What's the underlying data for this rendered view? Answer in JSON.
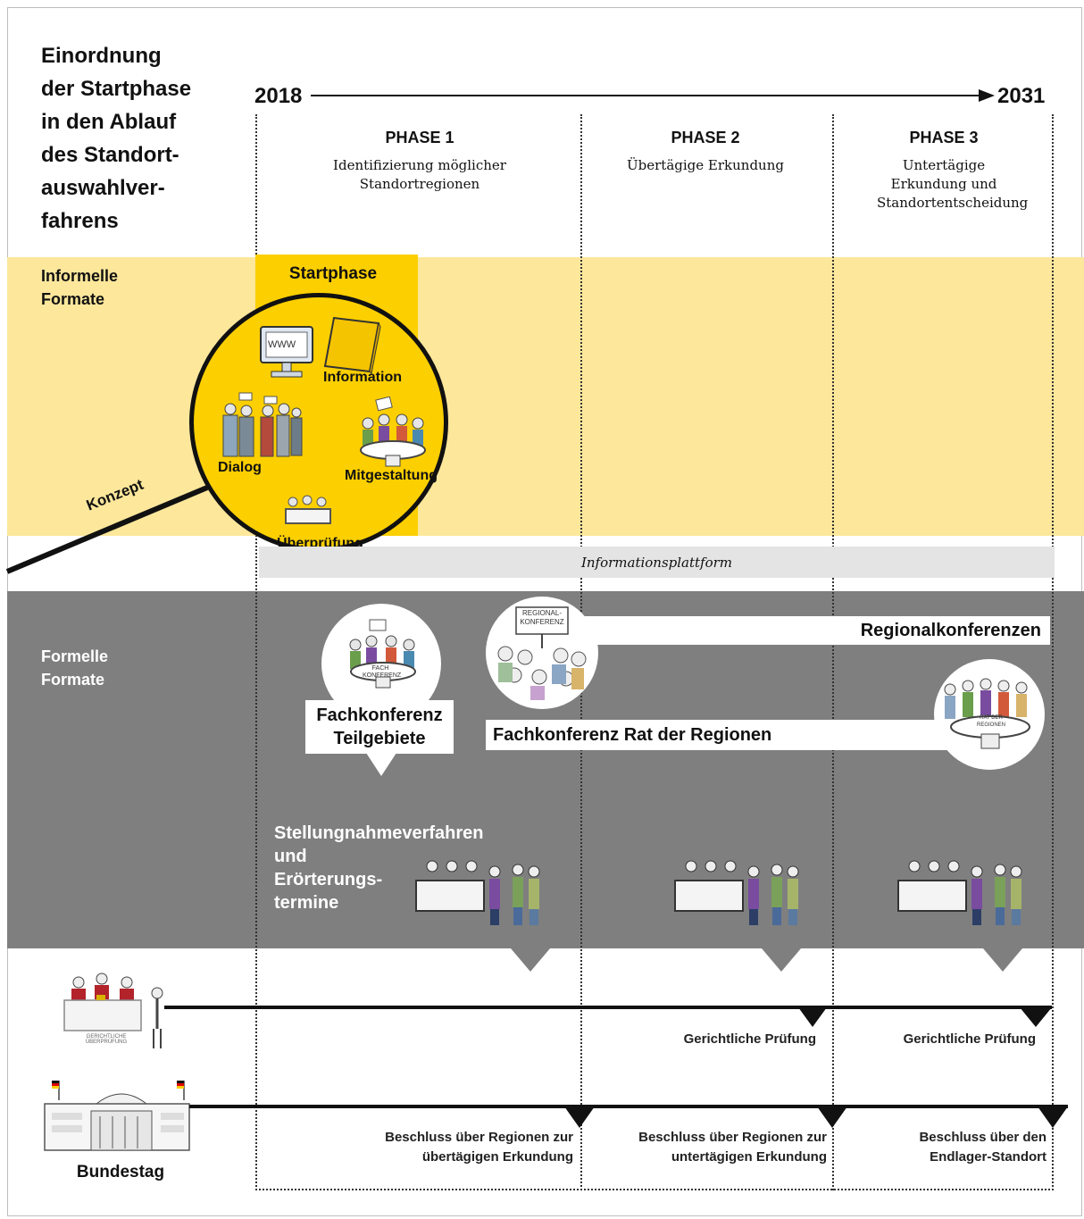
{
  "title": [
    "Einordnung",
    "der Startphase",
    "in den Ablauf",
    "des Standort-",
    "auswahlver-",
    "fahrens"
  ],
  "timeline": {
    "start_year": "2018",
    "end_year": "2031"
  },
  "phases": [
    {
      "heading": "PHASE 1",
      "subtitle": "Identifizierung möglicher Standortregionen"
    },
    {
      "heading": "PHASE 2",
      "subtitle": "Übertägige Erkundung"
    },
    {
      "heading": "PHASE 3",
      "subtitle": "Untertägige Erkundung und Standortentscheidung"
    }
  ],
  "informal": {
    "label_lines": [
      "Informelle",
      "Formate"
    ],
    "startphase": "Startphase",
    "concept": "Konzept",
    "lens_items": {
      "information": "Information",
      "dialog": "Dialog",
      "mitgestaltung": "Mitgestaltung",
      "ueberpruefung": "Überprüfung"
    },
    "lens_signs": {
      "www": "WWW"
    },
    "platform": "Informationsplattform"
  },
  "formal": {
    "label_lines": [
      "Formelle",
      "Formate"
    ],
    "fachkonferenz_teilgebiete": [
      "Fachkonferenz",
      "Teilgebiete"
    ],
    "regionalkonferenzen": "Regionalkonferenzen",
    "rat_der_regionen": "Fachkonferenz Rat der Regionen",
    "stellungnahme": [
      "Stellungnahmeverfahren",
      "und",
      "Erörterungs-",
      "termine"
    ],
    "signs": {
      "fachkonferenz": "FACH KONFERENZ",
      "regionalkonferenz": "REGIONAL- KONFERENZ",
      "rat": "RAT DER REGIONEN"
    }
  },
  "court": {
    "icon_caption": "GERICHTLICHE ÜBERPRÜFUNG",
    "labels": [
      "Gerichtliche Prüfung",
      "Gerichtliche Prüfung"
    ]
  },
  "bundestag": {
    "label": "Bundestag",
    "decisions": [
      [
        "Beschluss über Regionen zur",
        "übertägigen Erkundung"
      ],
      [
        "Beschluss über Regionen zur",
        "untertägigen Erkundung"
      ],
      [
        "Beschluss über den",
        "Endlager-Standort"
      ]
    ]
  },
  "colors": {
    "informal_band": "#fde79b",
    "startphase": "#fccf00",
    "formal_band": "#7f7f7f",
    "platform": "#e4e4e4"
  }
}
